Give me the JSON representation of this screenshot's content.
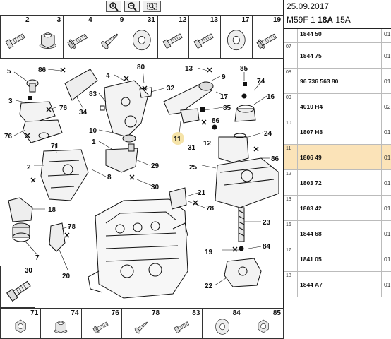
{
  "toolbar": {
    "zoom_in": "zoom-in",
    "zoom_out": "zoom-out",
    "zoom_fit": "zoom-fit"
  },
  "thumbnails_top": [
    {
      "num": "2",
      "icon": "bolt"
    },
    {
      "num": "3",
      "icon": "nut-collar"
    },
    {
      "num": "4",
      "icon": "bolt-flange"
    },
    {
      "num": "9",
      "icon": "screw"
    },
    {
      "num": "31",
      "icon": "washer"
    },
    {
      "num": "12",
      "icon": "bolt"
    },
    {
      "num": "13",
      "icon": "bolt"
    },
    {
      "num": "17",
      "icon": "washer"
    },
    {
      "num": "19",
      "icon": "bolt-flange"
    }
  ],
  "thumbnail_single": {
    "num": "30",
    "icon": "bolt"
  },
  "thumbnails_bottom": [
    {
      "num": "71",
      "icon": "nut"
    },
    {
      "num": "74",
      "icon": "nut-collar"
    },
    {
      "num": "76",
      "icon": "bolt-flange"
    },
    {
      "num": "78",
      "icon": "screw"
    },
    {
      "num": "83",
      "icon": "bolt"
    },
    {
      "num": "84",
      "icon": "washer"
    },
    {
      "num": "85",
      "icon": "nut"
    }
  ],
  "callouts": {
    "c5": "5",
    "c86a": "86",
    "c3": "3",
    "c76a": "76",
    "c76b": "76",
    "c2": "2",
    "c71": "71",
    "c18": "18",
    "c7": "7",
    "c78a": "78",
    "c20": "20",
    "c34": "34",
    "c4": "4",
    "c83": "83",
    "c80": "80",
    "c32": "32",
    "c10": "10",
    "c1": "1",
    "c8": "8",
    "c29": "29",
    "c30": "30",
    "c13": "13",
    "c9": "9",
    "c17": "17",
    "c85a": "85",
    "c74": "74",
    "c16": "16",
    "c85b": "85",
    "c86b": "86",
    "c11": "11",
    "c31": "31",
    "c12": "12",
    "c24": "24",
    "c25": "25",
    "c86c": "86",
    "c21": "21",
    "c78b": "78",
    "c23": "23",
    "c19": "19",
    "c84": "84",
    "c22": "22"
  },
  "header": {
    "date": "25.09.2017",
    "ref_prefix": "M59F 1",
    "ref_bold": "18A",
    "ref_suffix": "15A"
  },
  "parts": [
    {
      "idx": "",
      "pn": "1844 50",
      "qty": "01"
    },
    {
      "idx": "07",
      "pn": "1844 75",
      "qty": "01"
    },
    {
      "idx": "08",
      "pn": "96 736 563 80",
      "qty": "01"
    },
    {
      "idx": "09",
      "pn": "4010 H4",
      "qty": "02"
    },
    {
      "idx": "10",
      "pn": "1807 H8",
      "qty": "01"
    },
    {
      "idx": "11",
      "pn": "1806 49",
      "qty": "01"
    },
    {
      "idx": "12",
      "pn": "1803 72",
      "qty": "01"
    },
    {
      "idx": "13",
      "pn": "1803 42",
      "qty": "01"
    },
    {
      "idx": "16",
      "pn": "1844 68",
      "qty": "01"
    },
    {
      "idx": "17",
      "pn": "1841 05",
      "qty": "01"
    },
    {
      "idx": "18",
      "pn": "1844 A7",
      "qty": "01"
    }
  ],
  "selected_index": 5
}
